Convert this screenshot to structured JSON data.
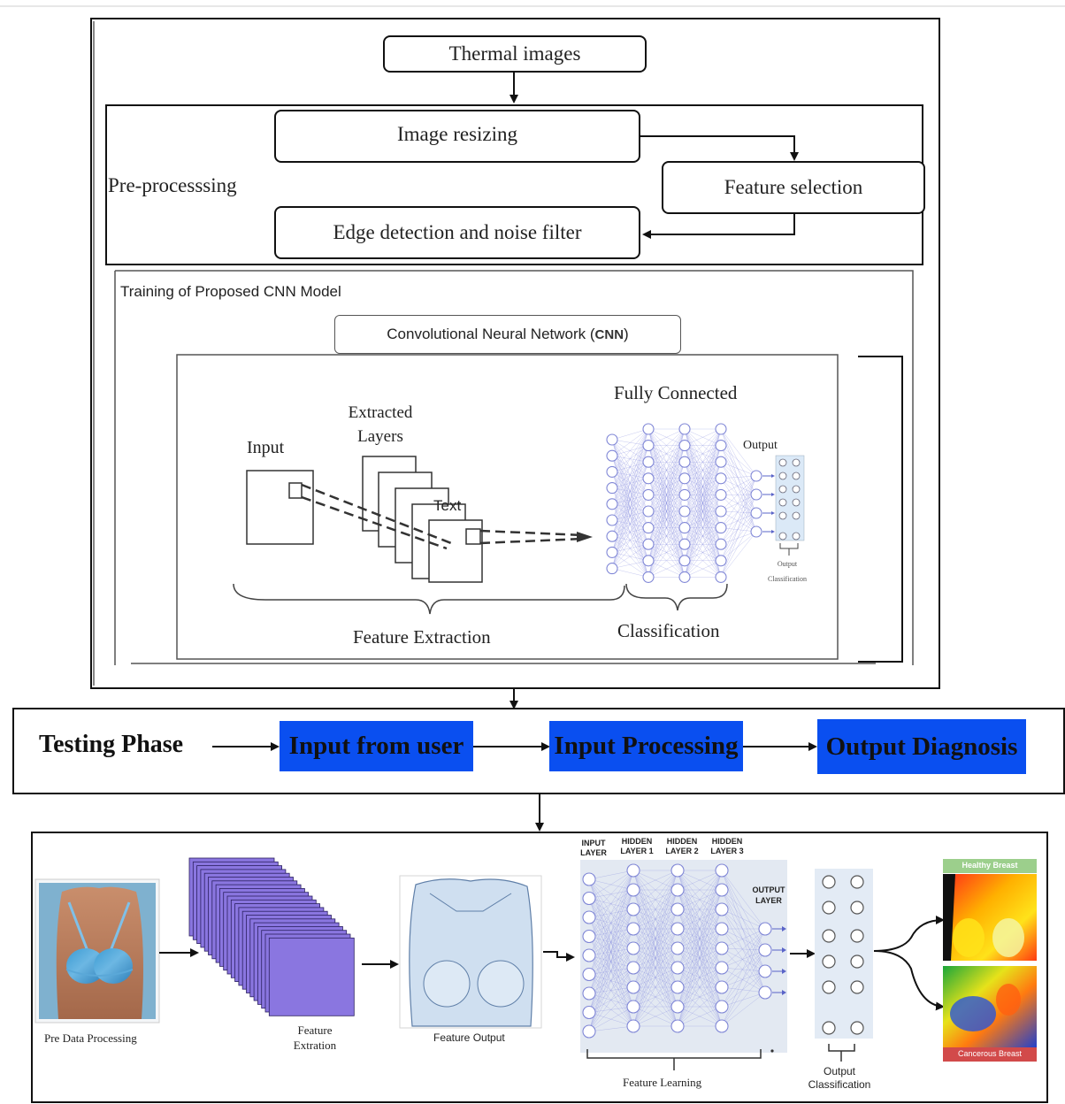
{
  "top": {
    "thermal_images": "Thermal images",
    "preprocessing": {
      "title": "Pre-processsing",
      "image_resizing": "Image resizing",
      "feature_selection": "Feature selection",
      "edge_detection": "Edge detection and noise filter"
    },
    "training": {
      "title": "Training of Proposed CNN Model",
      "cnn_prefix": "Convolutional Neural Network (",
      "cnn_abbrev": "CNN",
      "cnn_suffix": ")",
      "input": "Input",
      "extracted_layers_1": "Extracted",
      "extracted_layers_2": "Layers",
      "text_label": "Text",
      "fully_connected": "Fully Connected",
      "output": "Output",
      "output_small": "Output",
      "classification_small": "Classification",
      "feature_extraction": "Feature Extraction",
      "classification": "Classification"
    }
  },
  "testing": {
    "label": "Testing Phase",
    "input_from_user": "Input from user",
    "input_processing": "Input Processing",
    "output_diagnosis": "Output Diagnosis"
  },
  "bottom": {
    "pre_data_processing": "Pre Data Processing",
    "feature_extration_1": "Feature",
    "feature_extration_2": "Extration",
    "feature_output": "Feature Output",
    "input_layer_1": "INPUT",
    "input_layer_2": "LAYER",
    "hidden1_1": "HIDDEN",
    "hidden1_2": "LAYER 1",
    "hidden2_1": "HIDDEN",
    "hidden2_2": "LAYER 2",
    "hidden3_1": "HIDDEN",
    "hidden3_2": "LAYER 3",
    "output_layer_1": "OUTPUT",
    "output_layer_2": "LAYER",
    "feature_learning": "Feature Learning",
    "output_classification_1": "Output",
    "output_classification_2": "Classification",
    "healthy_breast": "Healthy Breast",
    "cancerous_breast": "Cancerous Breast"
  },
  "colors": {
    "test_box_blue": "#0a4ff0",
    "feature_stack_purple": "#8a76e0",
    "nn_node_stroke": "#7f86d6",
    "healthy_label_bg": "#9ccf8c",
    "cancer_label_bg": "#d24a4a"
  }
}
